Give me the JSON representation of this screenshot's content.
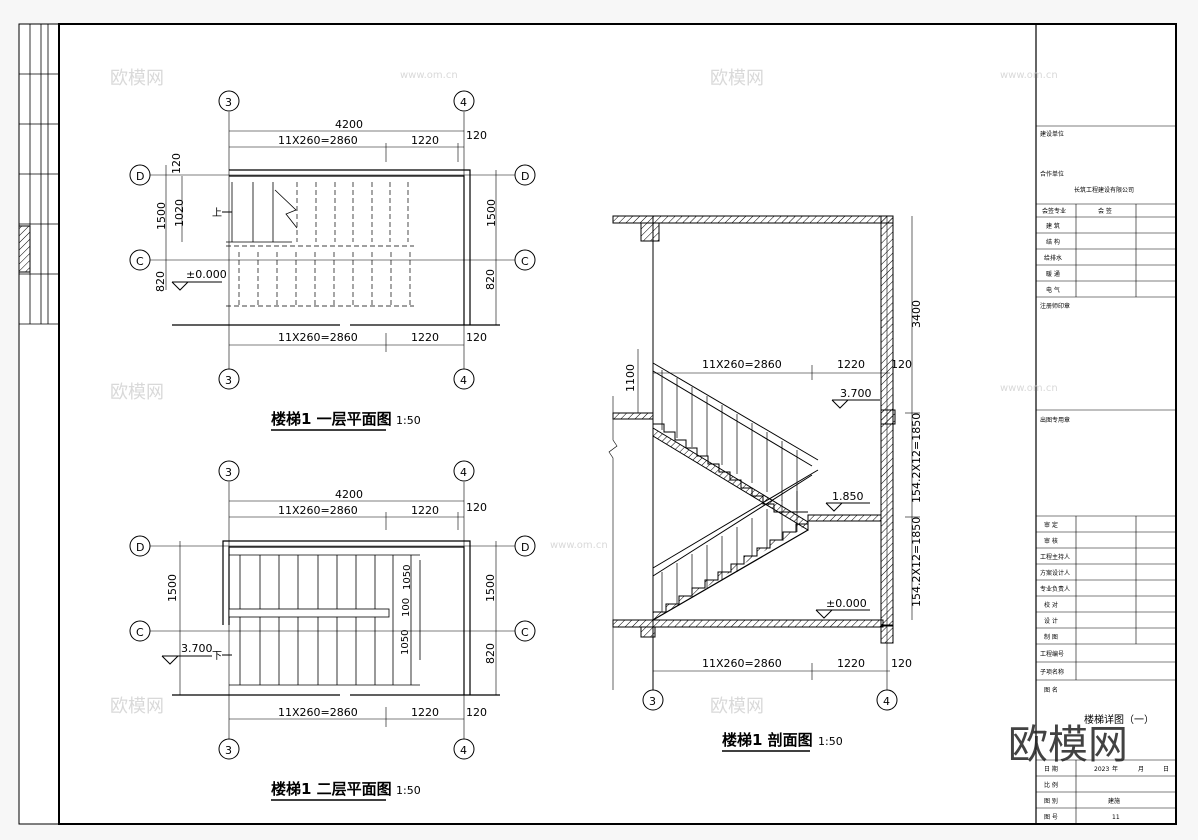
{
  "axes": {
    "a3": "3",
    "a4": "4",
    "aC": "C",
    "aD": "D"
  },
  "dims": {
    "total": "4200",
    "flight": "11X260=2860",
    "landing": "1220",
    "wall": "120",
    "d1500": "1500",
    "d1020": "1020",
    "d820": "820",
    "d1050": "1050",
    "d100": "100",
    "d3400": "3400",
    "d1100": "1100",
    "d1850": "154.2X12=1850"
  },
  "levels": {
    "l0": "±0.000",
    "l1": "1.850",
    "l2": "3.700"
  },
  "marks": {
    "up": "上",
    "down": "下"
  },
  "plan1": {
    "title": "楼梯1 一层平面图",
    "scale": "1:50"
  },
  "plan2": {
    "title": "楼梯1 二层平面图",
    "scale": "1:50"
  },
  "section": {
    "title": "楼梯1 剖面图",
    "scale": "1:50"
  },
  "titleblock": {
    "build_unit": "建设单位",
    "coop_unit": "合作单位",
    "company": "长筑工程建设有限公司",
    "sign_spec": "会签专业",
    "sign_label": "会 签",
    "disciplines": [
      "建 筑",
      "结 构",
      "给排水",
      "暖 通",
      "电 气"
    ],
    "reg_stamp": "注册师印章",
    "review_stamp": "出图专用章",
    "roles": [
      "审 定",
      "审 核",
      "工程主持人",
      "方案设计人",
      "专业负责人",
      "校 对",
      "设 计",
      "制 图"
    ],
    "project_no": "工程编号",
    "project_name": "子项名称",
    "drawing_name": "图 名",
    "drawing_title": "楼梯详图（一）",
    "date_label": "日 期",
    "date_year": "2023",
    "year_unit": "年",
    "month_unit": "月",
    "day_unit": "日",
    "scale_label": "比 例",
    "category_label": "图 别",
    "category": "建施",
    "number_label": "图 号",
    "number": "11"
  },
  "watermark": {
    "brand": "欧模网",
    "url": "www.om.cn"
  }
}
